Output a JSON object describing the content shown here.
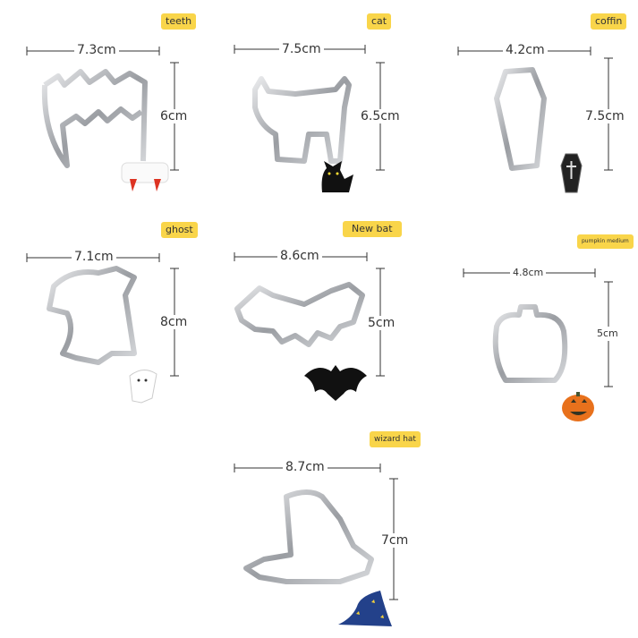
{
  "colors": {
    "tag": "#f9d54a",
    "steel": "#b9bcc0"
  },
  "cutters": [
    {
      "name": "teeth",
      "width": "7.3cm",
      "height": "6cm",
      "icon": "vampire-teeth-icon"
    },
    {
      "name": "cat",
      "width": "7.5cm",
      "height": "6.5cm",
      "icon": "black-cat-icon"
    },
    {
      "name": "coffin",
      "width": "4.2cm",
      "height": "7.5cm",
      "icon": "coffin-icon"
    },
    {
      "name": "ghost",
      "width": "7.1cm",
      "height": "8cm",
      "icon": "ghost-icon"
    },
    {
      "name": "New bat",
      "width": "8.6cm",
      "height": "5cm",
      "icon": "bat-icon"
    },
    {
      "name": "pumpkin medium",
      "width": "4.8cm",
      "height": "5cm",
      "icon": "jack-o-lantern-icon"
    },
    {
      "name": "wizard hat",
      "width": "8.7cm",
      "height": "7cm",
      "icon": "wizard-hat-icon"
    }
  ]
}
